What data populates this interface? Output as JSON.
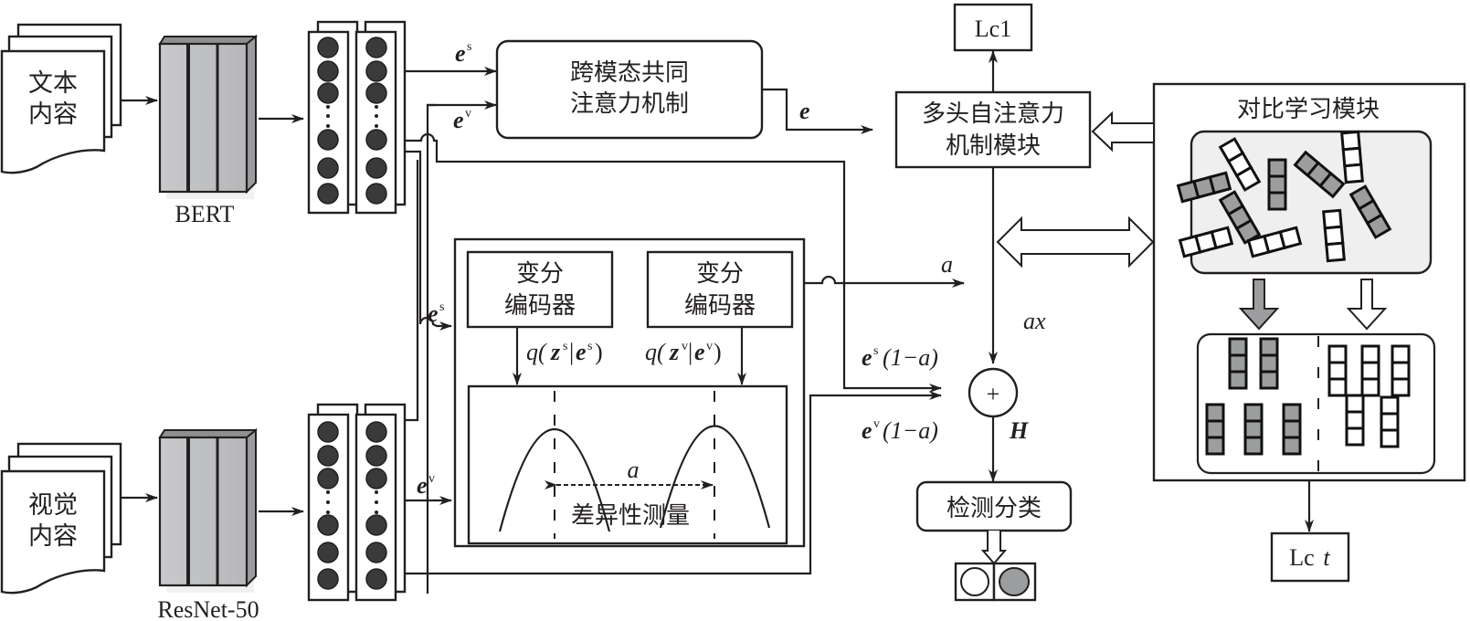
{
  "inputs": {
    "text": {
      "line1": "文本",
      "line2": "内容"
    },
    "visual": {
      "line1": "视觉",
      "line2": "内容"
    }
  },
  "encoders": {
    "text": "BERT",
    "visual": "ResNet-50"
  },
  "cross_modal": {
    "line1": "跨模态共同",
    "line2": "注意力机制"
  },
  "multihead": {
    "line1": "多头自注意力",
    "line2": "机制模块"
  },
  "loss_top": "Lc1",
  "loss_bottom": {
    "prefix": "Lc",
    "suffix": "t"
  },
  "contrastive": {
    "title": "对比学习模块"
  },
  "vae_left": {
    "line1": "变分",
    "line2": "编码器"
  },
  "vae_right": {
    "line1": "变分",
    "line2": "编码器"
  },
  "divergence": {
    "label": "差异性测量",
    "distance": "a"
  },
  "classifier": "检测分类",
  "labels": {
    "e": "e",
    "s": "s",
    "v": "v",
    "a": "a",
    "ax": "ax",
    "H": "H",
    "one_minus_a": "(1−a)",
    "q_s": {
      "q": "q(",
      "z": "z",
      "bar": "|",
      "e": "e",
      "close": ")"
    },
    "plus": "+"
  }
}
